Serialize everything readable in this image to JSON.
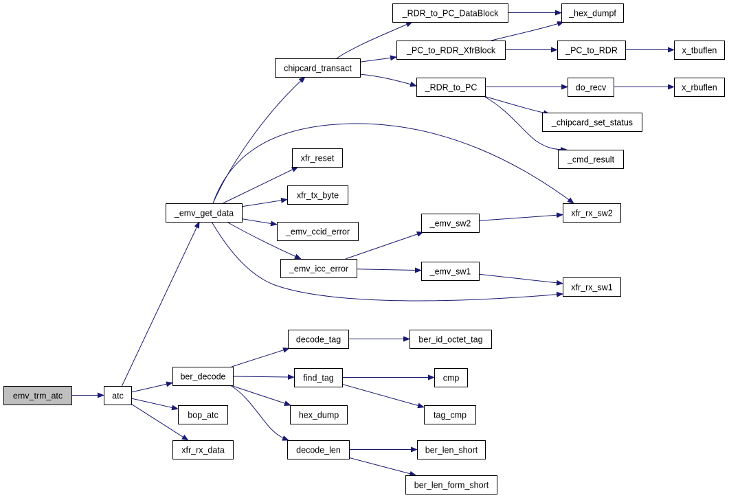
{
  "colors": {
    "edge": "#191970",
    "root_fill": "#bfbfbf",
    "node_fill": "#ffffff",
    "node_border": "#000000"
  },
  "nodes": [
    {
      "id": "emv_trm_atc",
      "label": "emv_trm_atc",
      "root": true
    },
    {
      "id": "atc",
      "label": "atc"
    },
    {
      "id": "_emv_get_data",
      "label": "_emv_get_data"
    },
    {
      "id": "ber_decode",
      "label": "ber_decode"
    },
    {
      "id": "bop_atc",
      "label": "bop_atc"
    },
    {
      "id": "xfr_rx_data",
      "label": "xfr_rx_data"
    },
    {
      "id": "chipcard_transact",
      "label": "chipcard_transact"
    },
    {
      "id": "xfr_reset",
      "label": "xfr_reset"
    },
    {
      "id": "xfr_tx_byte",
      "label": "xfr_tx_byte"
    },
    {
      "id": "_emv_ccid_error",
      "label": "_emv_ccid_error"
    },
    {
      "id": "_emv_icc_error",
      "label": "_emv_icc_error"
    },
    {
      "id": "_RDR_to_PC_DataBlock",
      "label": "_RDR_to_PC_DataBlock"
    },
    {
      "id": "_PC_to_RDR_XfrBlock",
      "label": "_PC_to_RDR_XfrBlock"
    },
    {
      "id": "_RDR_to_PC",
      "label": "_RDR_to_PC"
    },
    {
      "id": "_hex_dumpf",
      "label": "_hex_dumpf"
    },
    {
      "id": "_PC_to_RDR",
      "label": "_PC_to_RDR"
    },
    {
      "id": "x_tbuflen",
      "label": "x_tbuflen"
    },
    {
      "id": "do_recv",
      "label": "do_recv"
    },
    {
      "id": "x_rbuflen",
      "label": "x_rbuflen"
    },
    {
      "id": "_chipcard_set_status",
      "label": "_chipcard_set_status"
    },
    {
      "id": "_cmd_result",
      "label": "_cmd_result"
    },
    {
      "id": "_emv_sw2",
      "label": "_emv_sw2"
    },
    {
      "id": "_emv_sw1",
      "label": "_emv_sw1"
    },
    {
      "id": "xfr_rx_sw2",
      "label": "xfr_rx_sw2"
    },
    {
      "id": "xfr_rx_sw1",
      "label": "xfr_rx_sw1"
    },
    {
      "id": "decode_tag",
      "label": "decode_tag"
    },
    {
      "id": "find_tag",
      "label": "find_tag"
    },
    {
      "id": "hex_dump",
      "label": "hex_dump"
    },
    {
      "id": "decode_len",
      "label": "decode_len"
    },
    {
      "id": "ber_id_octet_tag",
      "label": "ber_id_octet_tag"
    },
    {
      "id": "cmp",
      "label": "cmp"
    },
    {
      "id": "tag_cmp",
      "label": "tag_cmp"
    },
    {
      "id": "ber_len_short",
      "label": "ber_len_short"
    },
    {
      "id": "ber_len_form_short",
      "label": "ber_len_form_short"
    }
  ],
  "edges": [
    {
      "from": "emv_trm_atc",
      "to": "atc"
    },
    {
      "from": "atc",
      "to": "_emv_get_data"
    },
    {
      "from": "atc",
      "to": "ber_decode"
    },
    {
      "from": "atc",
      "to": "bop_atc"
    },
    {
      "from": "atc",
      "to": "xfr_rx_data"
    },
    {
      "from": "_emv_get_data",
      "to": "chipcard_transact"
    },
    {
      "from": "_emv_get_data",
      "to": "xfr_reset"
    },
    {
      "from": "_emv_get_data",
      "to": "xfr_tx_byte"
    },
    {
      "from": "_emv_get_data",
      "to": "_emv_ccid_error"
    },
    {
      "from": "_emv_get_data",
      "to": "_emv_icc_error"
    },
    {
      "from": "_emv_get_data",
      "to": "xfr_rx_sw2"
    },
    {
      "from": "_emv_get_data",
      "to": "xfr_rx_sw1"
    },
    {
      "from": "chipcard_transact",
      "to": "_RDR_to_PC_DataBlock"
    },
    {
      "from": "chipcard_transact",
      "to": "_PC_to_RDR_XfrBlock"
    },
    {
      "from": "chipcard_transact",
      "to": "_RDR_to_PC"
    },
    {
      "from": "_RDR_to_PC_DataBlock",
      "to": "_hex_dumpf"
    },
    {
      "from": "_PC_to_RDR_XfrBlock",
      "to": "_hex_dumpf"
    },
    {
      "from": "_PC_to_RDR_XfrBlock",
      "to": "_PC_to_RDR"
    },
    {
      "from": "_PC_to_RDR",
      "to": "x_tbuflen"
    },
    {
      "from": "_RDR_to_PC",
      "to": "do_recv"
    },
    {
      "from": "do_recv",
      "to": "x_rbuflen"
    },
    {
      "from": "_RDR_to_PC",
      "to": "_chipcard_set_status"
    },
    {
      "from": "_RDR_to_PC",
      "to": "_cmd_result"
    },
    {
      "from": "_emv_icc_error",
      "to": "_emv_sw2"
    },
    {
      "from": "_emv_icc_error",
      "to": "_emv_sw1"
    },
    {
      "from": "_emv_sw2",
      "to": "xfr_rx_sw2"
    },
    {
      "from": "_emv_sw1",
      "to": "xfr_rx_sw1"
    },
    {
      "from": "ber_decode",
      "to": "decode_tag"
    },
    {
      "from": "ber_decode",
      "to": "find_tag"
    },
    {
      "from": "ber_decode",
      "to": "hex_dump"
    },
    {
      "from": "ber_decode",
      "to": "decode_len"
    },
    {
      "from": "decode_tag",
      "to": "ber_id_octet_tag"
    },
    {
      "from": "find_tag",
      "to": "cmp"
    },
    {
      "from": "find_tag",
      "to": "tag_cmp"
    },
    {
      "from": "decode_len",
      "to": "ber_len_short"
    },
    {
      "from": "decode_len",
      "to": "ber_len_form_short"
    }
  ]
}
